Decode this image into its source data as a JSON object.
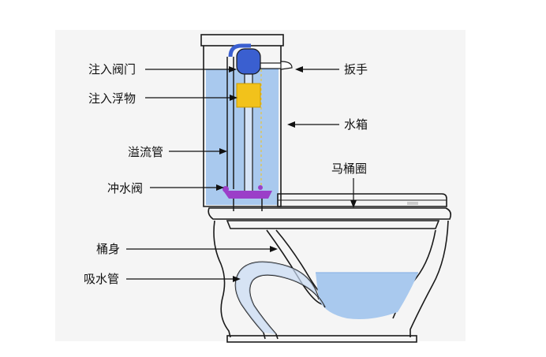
{
  "labels": {
    "fill_valve": "注入阀门",
    "fill_float": "注入浮物",
    "overflow_tube": "溢流管",
    "flush_valve": "冲水阀",
    "bowl_body": "桶身",
    "siphon_tube": "吸水管",
    "handle": "扳手",
    "tank": "水箱",
    "seat": "马桶圈"
  },
  "colors": {
    "water": "#a9c9ee",
    "water_dark": "#8fb6e6",
    "float": "#f2c21b",
    "fill_valve_blue": "#3a5fd0",
    "flush_valve_purple": "#9b3ec8",
    "background_panel": "#f4f4f4",
    "outline": "#1a1a1a"
  }
}
